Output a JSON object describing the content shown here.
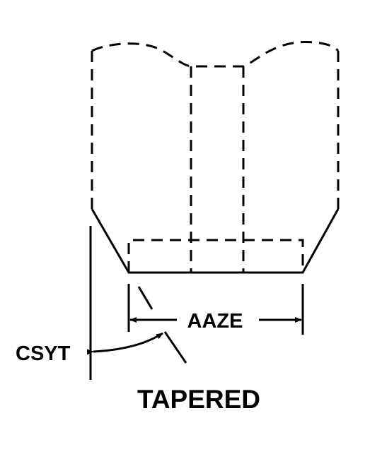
{
  "labels": {
    "width_dimension": "AAZE",
    "angle_dimension": "CSYT",
    "caption": "TAPERED"
  },
  "colors": {
    "ink": "#000000",
    "background": "#ffffff"
  }
}
